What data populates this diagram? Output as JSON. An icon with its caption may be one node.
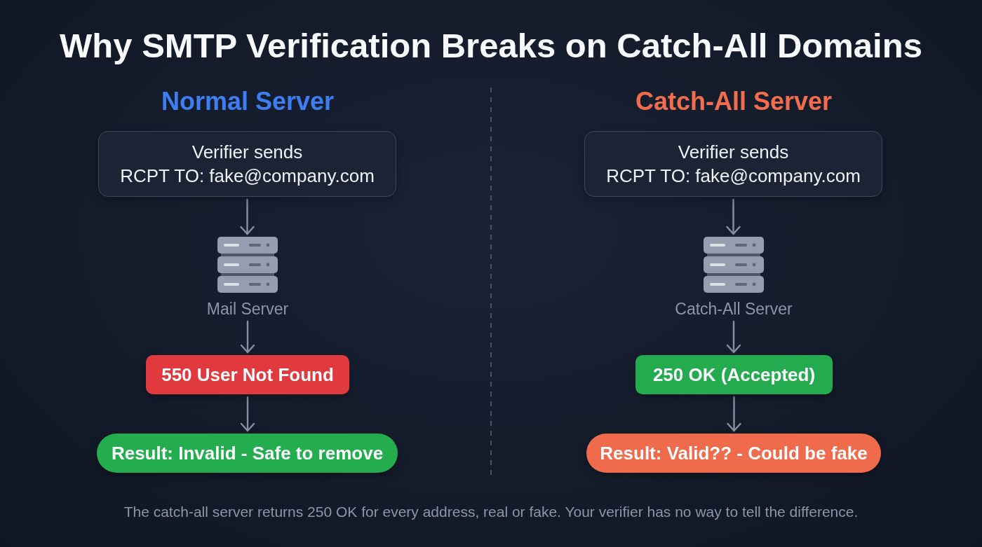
{
  "diagram": {
    "title": "Why SMTP Verification Breaks on Catch-All Domains",
    "nodes": [
      {
        "text": [
          "Verifier sends",
          "RCPT TO: fake@company.com"
        ]
      },
      {
        "text": [
          "Mail Server"
        ]
      },
      {
        "text": [
          "550 User Not Found"
        ]
      },
      {
        "text": [
          "Result: Invalid - Safe to remove"
        ]
      },
      {
        "text": [
          "Verifier sends",
          "RCPT TO: fake@company.com"
        ]
      },
      {
        "text": [
          "Catch-All Server"
        ]
      },
      {
        "text": [
          "250 OK (Accepted)"
        ]
      },
      {
        "text": [
          "Result: Valid?? - Could be fake"
        ]
      }
    ],
    "edges": [
      {
        "from": 0,
        "to": 1,
        "arrow": "to"
      },
      {
        "from": 1,
        "to": 2,
        "arrow": "to"
      },
      {
        "from": 2,
        "to": 3,
        "arrow": "to"
      },
      {
        "from": 4,
        "to": 5,
        "arrow": "to"
      },
      {
        "from": 5,
        "to": 6,
        "arrow": "to"
      },
      {
        "from": 6,
        "to": 7,
        "arrow": "to"
      }
    ],
    "labels": [
      "Normal Server",
      "Catch-All Server"
    ],
    "caption": "The catch-all server returns 250 OK for every address, real or fake. Your verifier has no way to tell the difference."
  }
}
